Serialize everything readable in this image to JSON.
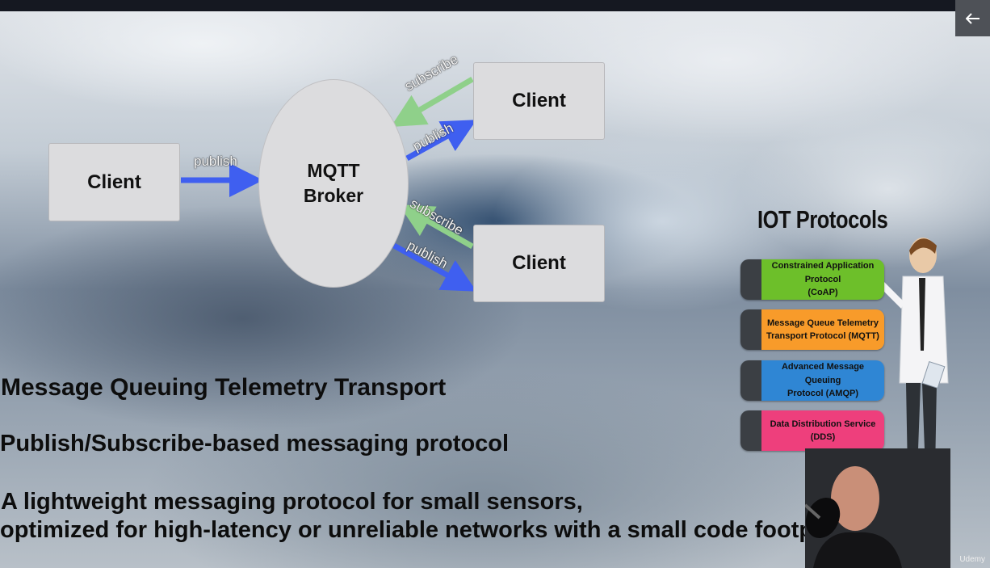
{
  "player": {
    "back_icon": "arrow-left-icon"
  },
  "diagram": {
    "client_left": "Client",
    "client_top": "Client",
    "client_bottom": "Client",
    "broker_line1": "MQTT",
    "broker_line2": "Broker",
    "label_left_publish": "publish",
    "label_top_subscribe": "subscribe",
    "label_top_publish": "publish",
    "label_bottom_subscribe": "subscribe",
    "label_bottom_publish": "publish",
    "colors": {
      "publish_arrow": "#3f5ff0",
      "subscribe_arrow": "#8fd08a"
    }
  },
  "iot": {
    "title": "IOT Protocols",
    "protocols": [
      {
        "line1": "Constrained Application Protocol",
        "line2": "(CoAP)",
        "color": "#6dbf2a"
      },
      {
        "line1": "Message Queue Telemetry",
        "line2": "Transport Protocol (MQTT)",
        "color": "#f89b2a"
      },
      {
        "line1": "Advanced Message Queuing",
        "line2": "Protocol (AMQP)",
        "color": "#2f86d4"
      },
      {
        "line1": "Data Distribution Service",
        "line2": "(DDS)",
        "color": "#ee3f7c"
      }
    ]
  },
  "text": {
    "line1": "Message Queuing Telemetry Transport",
    "line2": "Publish/Subscribe-based messaging protocol",
    "line3": "A lightweight messaging protocol for small sensors,",
    "line4": "optimized for high-latency or unreliable networks with a small code footprint"
  },
  "watermark": "Udemy"
}
